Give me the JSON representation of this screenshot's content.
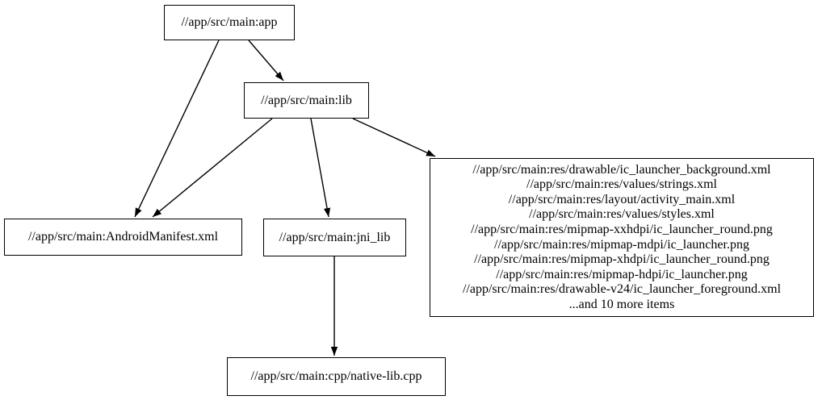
{
  "graph": {
    "type": "directed-dependency-graph",
    "colors": {
      "background": "#ffffff",
      "node_border": "#000000",
      "edge": "#000000",
      "text": "#000000"
    },
    "nodes": {
      "app": {
        "label": "//app/src/main:app"
      },
      "lib": {
        "label": "//app/src/main:lib"
      },
      "android_manifest": {
        "label": "//app/src/main:AndroidManifest.xml"
      },
      "jni_lib": {
        "label": "//app/src/main:jni_lib"
      },
      "resources": {
        "lines": [
          "//app/src/main:res/drawable/ic_launcher_background.xml",
          "//app/src/main:res/values/strings.xml",
          "//app/src/main:res/layout/activity_main.xml",
          "//app/src/main:res/values/styles.xml",
          "//app/src/main:res/mipmap-xxhdpi/ic_launcher_round.png",
          "//app/src/main:res/mipmap-mdpi/ic_launcher.png",
          "//app/src/main:res/mipmap-xhdpi/ic_launcher_round.png",
          "//app/src/main:res/mipmap-hdpi/ic_launcher.png",
          "//app/src/main:res/drawable-v24/ic_launcher_foreground.xml",
          "...and 10 more items"
        ]
      },
      "native_lib_cpp": {
        "label": "//app/src/main:cpp/native-lib.cpp"
      }
    },
    "edges": [
      {
        "from": "app",
        "to": "lib"
      },
      {
        "from": "app",
        "to": "android_manifest"
      },
      {
        "from": "lib",
        "to": "android_manifest"
      },
      {
        "from": "lib",
        "to": "jni_lib"
      },
      {
        "from": "lib",
        "to": "resources"
      },
      {
        "from": "jni_lib",
        "to": "native_lib_cpp"
      }
    ]
  }
}
